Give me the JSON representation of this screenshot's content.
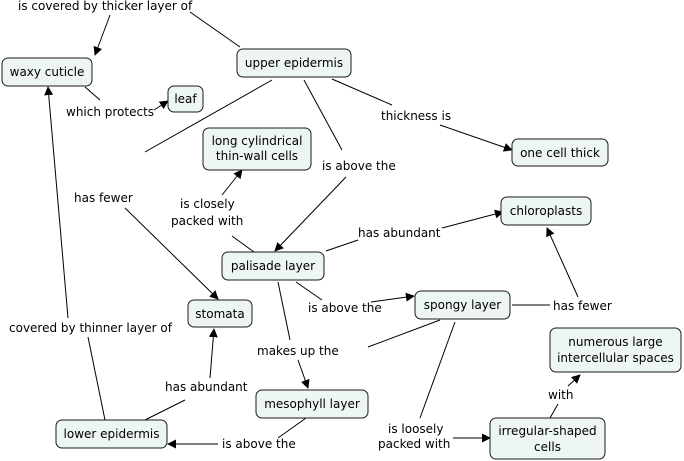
{
  "nodes": {
    "waxy_cuticle": "waxy cuticle",
    "upper_epidermis": "upper epidermis",
    "leaf": "leaf",
    "long_cells": [
      "long cylindrical",
      "thin-wall cells"
    ],
    "one_cell_thick": "one cell thick",
    "chloroplasts": "chloroplasts",
    "palisade_layer": "palisade layer",
    "stomata": "stomata",
    "spongy_layer": "spongy layer",
    "intercellular": [
      "numerous large",
      "intercellular spaces"
    ],
    "mesophyll_layer": "mesophyll layer",
    "lower_epidermis": "lower epidermis",
    "irregular_cells": [
      "irregular-shaped",
      "cells"
    ]
  },
  "links": {
    "covered_thicker": "is covered by thicker layer of",
    "which_protects": "which protects",
    "thickness_is": "thickness is",
    "has_fewer_1": "has fewer",
    "is_closely": [
      "is closely",
      "packed with"
    ],
    "is_above_the_1": "is above the",
    "has_abundant_1": "has abundant",
    "is_above_the_2": "is above the",
    "has_fewer_2": "has fewer",
    "covered_thinner": "covered by thinner layer of",
    "makes_up_the": "makes up the",
    "with": "with",
    "has_abundant_2": "has abundant",
    "is_loosely": [
      "is loosely",
      "packed with"
    ],
    "is_above_the_3": "is above the"
  },
  "colors": {
    "node_fill": "#eef5f5",
    "node_border": "#1a1a1a",
    "line": "#000000"
  }
}
